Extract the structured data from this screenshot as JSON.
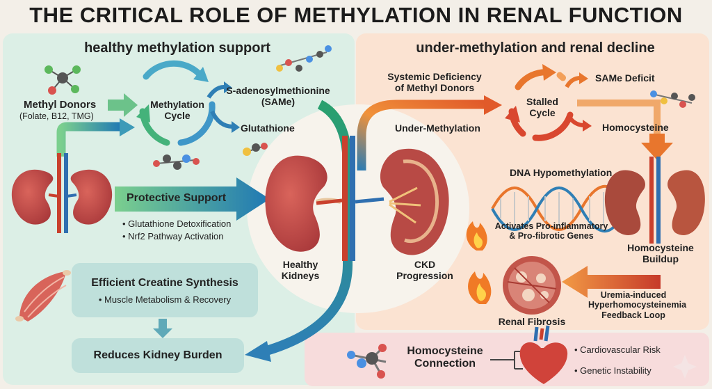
{
  "title": "THE CRITICAL ROLE OF METHYLATION IN RENAL FUNCTION",
  "left_panel": {
    "heading": "healthy methylation support",
    "methyl_donors": "Methyl Donors",
    "methyl_donors_sub": "(Folate, B12, TMG)",
    "cycle": [
      "Methylation",
      "Cycle"
    ],
    "same": [
      "S-adenosylmethionine",
      "(SAMe)"
    ],
    "glutathione": "Glutathione",
    "protective": "Protective Support",
    "protective_bullets": [
      "• Glutathione Detoxification",
      "• Nrf2 Pathway Activation"
    ],
    "creatine": "Efficient Creatine Synthesis",
    "creatine_bullet": "• Muscle Metabolism & Recovery",
    "reduces": "Reduces Kidney Burden"
  },
  "center": {
    "healthy": [
      "Healthy",
      "Kidneys"
    ],
    "ckd": [
      "CKD",
      "Progression"
    ]
  },
  "right_panel": {
    "heading": "under-methylation and renal decline",
    "systemic": [
      "Systemic Deficiency",
      "of Methyl Donors"
    ],
    "stalled": [
      "Stalled",
      "Cycle"
    ],
    "same_deficit": "SAMe Deficit",
    "under": "Under-Methylation",
    "homocysteine": "Homocysteine",
    "dna": "DNA Hypomethylation",
    "activates": [
      "Activates Pro-inflammatory",
      "& Pro-fibrotic Genes"
    ],
    "buildup": [
      "Homocysteine",
      "Buildup"
    ],
    "uremia": [
      "Uremia-induced",
      "Hyperhomocysteinemia",
      "Feedback Loop"
    ],
    "fibrosis": "Renal Fibrosis"
  },
  "bottom": {
    "connection": [
      "Homocysteine",
      "Connection"
    ],
    "risks": [
      "• Cardiovascular Risk",
      "• Genetic Instability"
    ]
  },
  "colors": {
    "left_bg": "#dcefe6",
    "right_bg": "#fbe3d2",
    "bottom_bg": "#f7dcdc",
    "box_teal": "#bfe0db",
    "arrow_green": "#6cc28a",
    "arrow_blue": "#2f7fb5",
    "arrow_orange": "#e8762d",
    "arrow_red": "#c9402d",
    "kidney": "#c4504a"
  }
}
